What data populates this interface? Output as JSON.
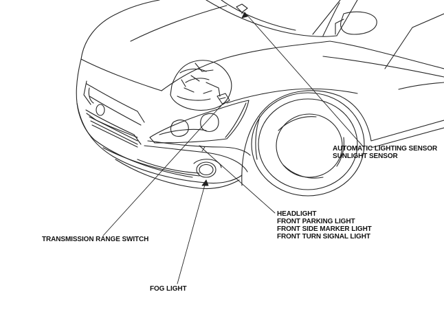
{
  "labels": {
    "automatic_lighting": [
      "AUTOMATIC LIGHTING SENSOR",
      "SUNLIGHT SENSOR"
    ],
    "headlight_group": [
      "HEADLIGHT",
      "FRONT PARKING LIGHT",
      "FRONT SIDE MARKER LIGHT",
      "FRONT TURN SIGNAL LIGHT"
    ],
    "transmission": "TRANSMISSION RANGE SWITCH",
    "fog_light": "FOG LIGHT"
  }
}
